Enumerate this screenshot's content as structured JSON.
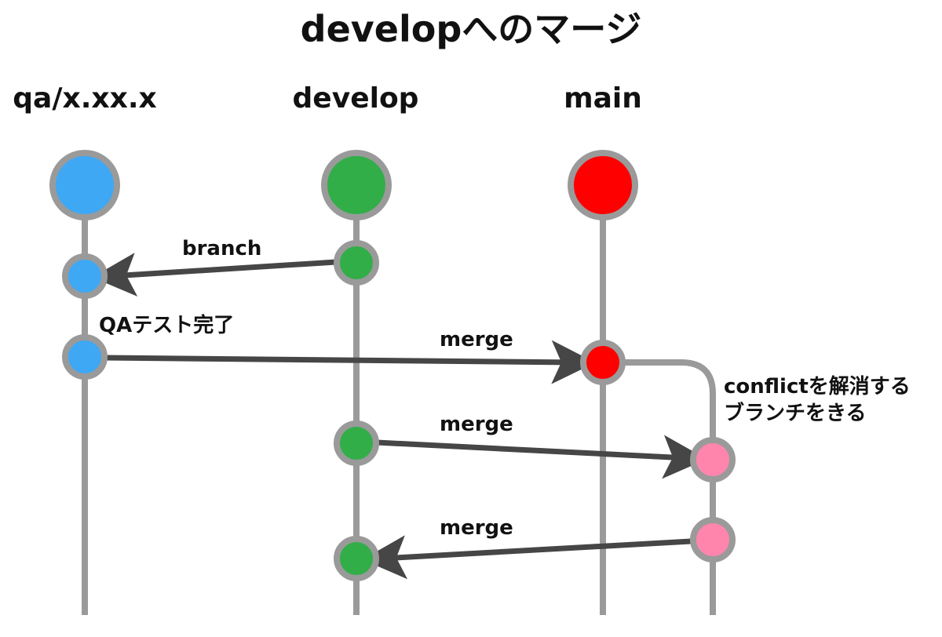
{
  "title": "developへのマージ",
  "branches": [
    {
      "id": "qa",
      "name": "qa/x.xx.x",
      "color": "#3ea8f5"
    },
    {
      "id": "develop",
      "name": "develop",
      "color": "#32ae48"
    },
    {
      "id": "main",
      "name": "main",
      "color": "#ff0000"
    },
    {
      "id": "fix",
      "name": "",
      "color": "#ff85ad"
    }
  ],
  "edges": [
    {
      "label": "branch"
    },
    {
      "label": "merge"
    },
    {
      "label": "merge"
    },
    {
      "label": "merge"
    }
  ],
  "notes": {
    "qa_done": "QAテスト完了",
    "conflict_line1": "conflictを解消する",
    "conflict_line2": "ブランチをきる"
  },
  "colors": {
    "lane": "#9a9a9a",
    "arrow": "#464646",
    "text": "#111111"
  }
}
